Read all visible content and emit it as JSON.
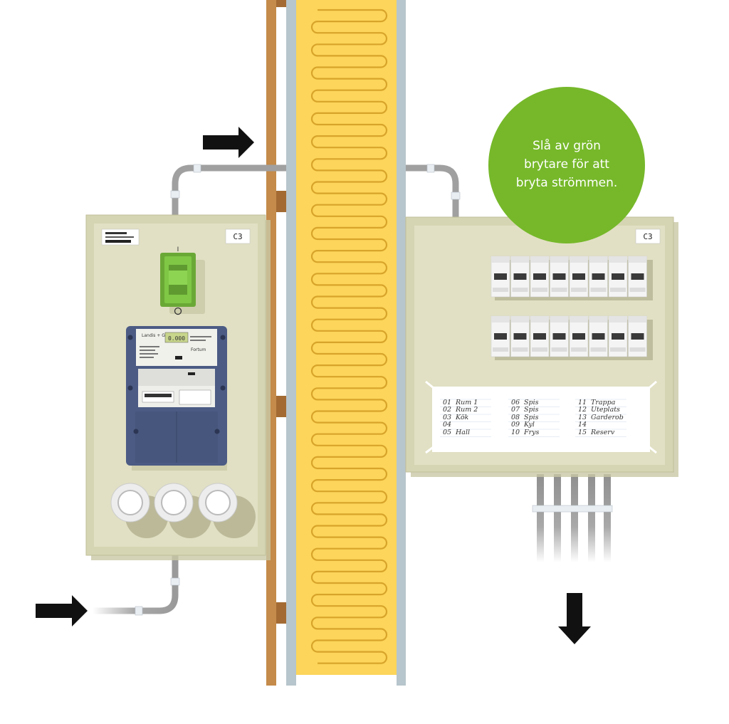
{
  "callout": {
    "lines": [
      "Slå av grön",
      "brytare för att",
      "bryta strömmen."
    ],
    "color": "#76b82a"
  },
  "meter_cabinet": {
    "tag": "C3",
    "meter_display": "0.000",
    "meter_brand": "Landis + Gyr",
    "utility": "Fortum"
  },
  "fuse_cabinet": {
    "tag": "C3",
    "breakers_per_row": 8,
    "breaker_rows": 2,
    "circuit_list": [
      [
        "01",
        "Rum 1"
      ],
      [
        "02",
        "Rum 2"
      ],
      [
        "03",
        "Kök"
      ],
      [
        "04",
        ""
      ],
      [
        "05",
        "Hall"
      ],
      [
        "06",
        "Spis"
      ],
      [
        "07",
        "Spis"
      ],
      [
        "08",
        "Spis"
      ],
      [
        "09",
        "Kyl"
      ],
      [
        "10",
        "Frys"
      ],
      [
        "11",
        "Trappa"
      ],
      [
        "12",
        "Uteplats"
      ],
      [
        "13",
        "Garderob"
      ],
      [
        "14",
        ""
      ],
      [
        "15",
        "Reserv"
      ]
    ]
  },
  "colors": {
    "cabinet": "#d9d8b8",
    "cabinet_border": "#bfbf99",
    "insulation": "#fcd55a",
    "stud": "#c48b4a",
    "cable": "#9a9a9a",
    "switch_green": "#76c043",
    "meter_blue": "#4a5a80"
  },
  "icons": [
    "arrow-right-icon",
    "arrow-right-icon",
    "arrow-down-icon"
  ]
}
